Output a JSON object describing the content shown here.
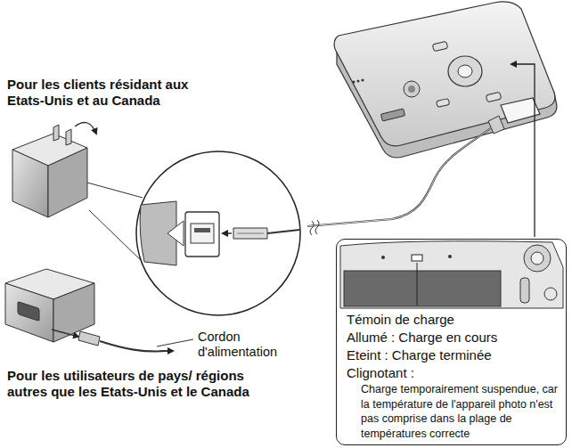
{
  "diagram": {
    "nodes": [
      {
        "text": [
          "Témoin de charge",
          "Allumé : Charge en cours",
          "Eteint : Charge terminée",
          "Clignotant :",
          "Charge temporairement suspendue, car la température de l'appareil photo n'est pas comprise dans la plage de températures correcte"
        ]
      }
    ],
    "labels": [
      "Pour les clients résidant aux Etats-Unis et au Canada",
      "Cordon d'alimentation",
      "Pour les utilisateurs de pays/ régions autres que les Etats-Unis et le Canada"
    ]
  }
}
